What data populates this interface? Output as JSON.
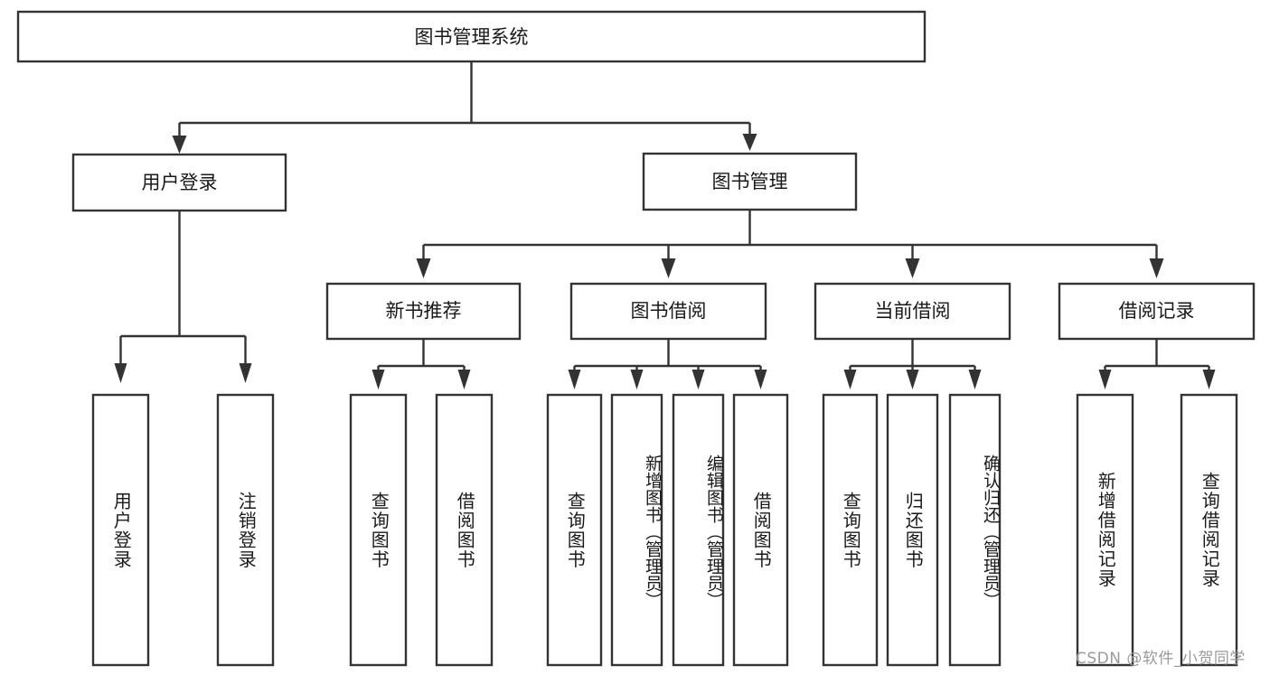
{
  "diagram": {
    "type": "tree",
    "title": "图书管理系统",
    "root": {
      "id": "root",
      "label": "图书管理系统"
    },
    "level2": [
      {
        "id": "user-login",
        "label": "用户登录"
      },
      {
        "id": "book-manage",
        "label": "图书管理"
      }
    ],
    "level3": [
      {
        "id": "new-book-rec",
        "label": "新书推荐",
        "parent": "book-manage"
      },
      {
        "id": "book-borrow",
        "label": "图书借阅",
        "parent": "book-manage"
      },
      {
        "id": "current-borrow",
        "label": "当前借阅",
        "parent": "book-manage"
      },
      {
        "id": "borrow-record",
        "label": "借阅记录",
        "parent": "book-manage"
      }
    ],
    "leaves": [
      {
        "id": "leaf-user-login",
        "label": "用户登录",
        "parent": "user-login"
      },
      {
        "id": "leaf-logout-login",
        "label": "注销登录",
        "parent": "user-login"
      },
      {
        "id": "leaf-query-book-1",
        "label": "查询图书",
        "parent": "new-book-rec"
      },
      {
        "id": "leaf-borrow-book-1",
        "label": "借阅图书",
        "parent": "new-book-rec"
      },
      {
        "id": "leaf-query-book-2",
        "label": "查询图书",
        "parent": "book-borrow"
      },
      {
        "id": "leaf-add-book",
        "label": "新增图书（管理员）",
        "parent": "book-borrow"
      },
      {
        "id": "leaf-edit-book",
        "label": "编辑图书（管理员）",
        "parent": "book-borrow"
      },
      {
        "id": "leaf-borrow-book-2",
        "label": "借阅图书",
        "parent": "book-borrow"
      },
      {
        "id": "leaf-query-book-3",
        "label": "查询图书",
        "parent": "current-borrow"
      },
      {
        "id": "leaf-return-book",
        "label": "归还图书",
        "parent": "current-borrow"
      },
      {
        "id": "leaf-confirm-return",
        "label": "确认归还（管理员）",
        "parent": "current-borrow"
      },
      {
        "id": "leaf-add-record",
        "label": "新增借阅记录",
        "parent": "borrow-record"
      },
      {
        "id": "leaf-query-record",
        "label": "查询借阅记录",
        "parent": "borrow-record"
      }
    ],
    "colors": {
      "stroke": "#333333",
      "fill": "#ffffff",
      "text": "#1a1a1a",
      "watermark": "#9a9a9a"
    }
  },
  "watermark": {
    "text": "CSDN @软件_小贺同学"
  }
}
